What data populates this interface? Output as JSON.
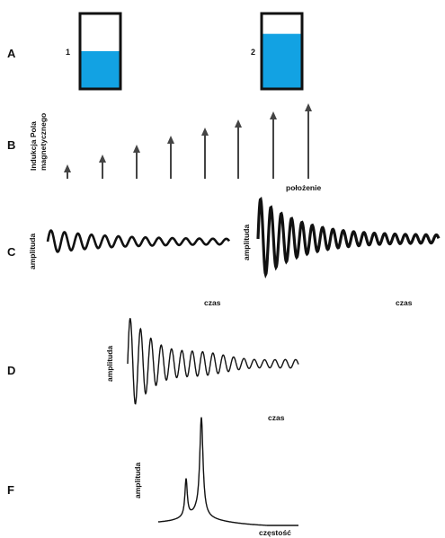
{
  "rows": {
    "a": {
      "label": "A",
      "tube_left": {
        "number": "1",
        "fill_fraction": 0.5
      },
      "tube_right": {
        "number": "2",
        "fill_fraction": 0.73
      }
    },
    "b": {
      "label": "B",
      "ylabel_line1": "Indukcja Pola",
      "ylabel_line2": "magnetycznego",
      "xlabel": "położenie",
      "arrow_count": 8
    },
    "c": {
      "label": "C",
      "left": {
        "ylabel": "amplituda",
        "xlabel": "czas"
      },
      "right": {
        "ylabel": "amplituda",
        "xlabel": "czas"
      }
    },
    "d": {
      "label": "D",
      "ylabel": "amplituda",
      "xlabel": "czas"
    },
    "f": {
      "label": "F",
      "ylabel": "amplituda",
      "xlabel": "częstość"
    }
  },
  "colors": {
    "liquid": "#12a2e3",
    "outline": "#111111",
    "arrow": "#444444",
    "signal": "#111111"
  }
}
